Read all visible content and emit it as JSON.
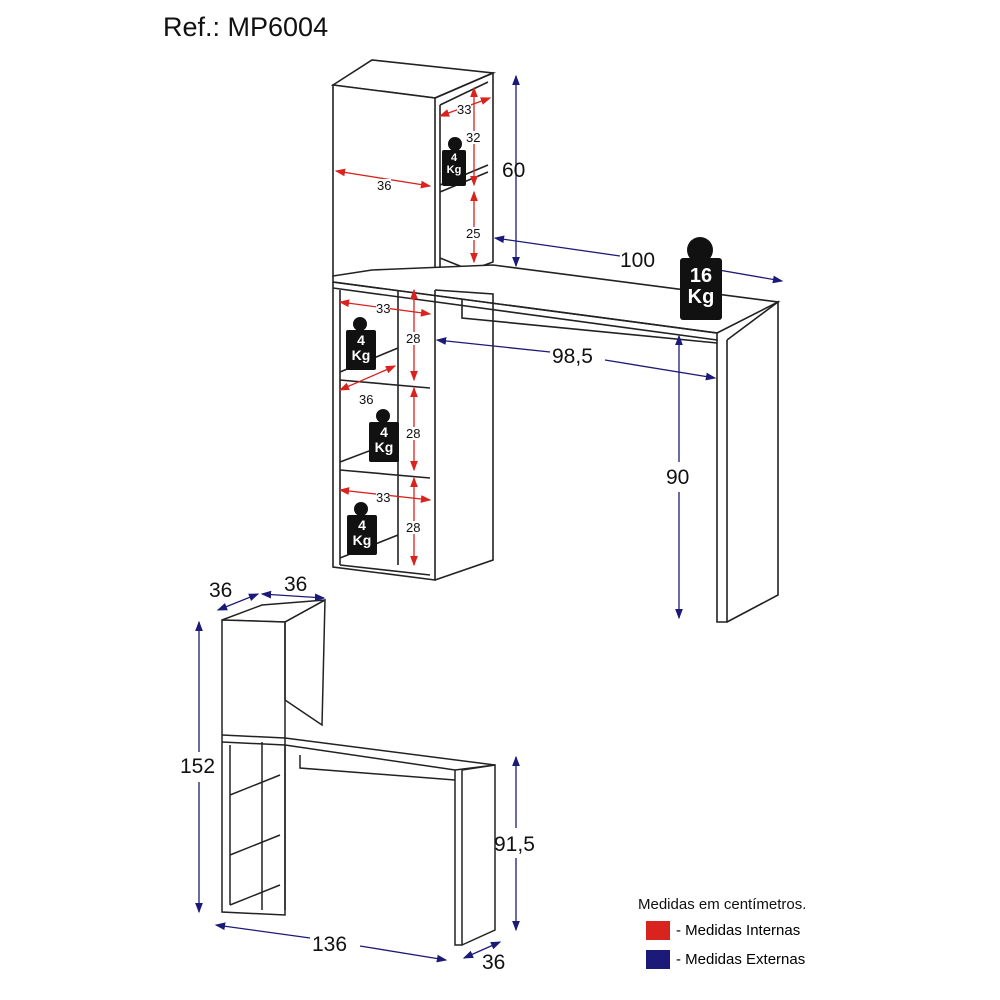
{
  "header": {
    "reference": "Ref.: MP6004"
  },
  "main_view": {
    "external_dims": {
      "top_height": "60",
      "desk_width": "100",
      "desk_inner": "98,5",
      "desk_height": "90"
    },
    "internal_dims": {
      "top_niche_depth": "33",
      "top_niche_height": "32",
      "top_lower_height": "25",
      "door_width": "36",
      "shelf1_depth": "33",
      "shelf1_height": "28",
      "shelf2_depth": "36",
      "shelf2_height": "28",
      "shelf3_depth": "33",
      "shelf3_height": "28"
    },
    "weights": [
      {
        "value": "4",
        "unit": "Kg"
      },
      {
        "value": "16",
        "unit": "Kg"
      },
      {
        "value": "4",
        "unit": "Kg"
      },
      {
        "value": "4",
        "unit": "Kg"
      },
      {
        "value": "4",
        "unit": "Kg"
      }
    ]
  },
  "small_view": {
    "tower_depth": "36",
    "tower_width": "36",
    "total_height": "152",
    "desk_height": "91,5",
    "total_width": "136",
    "desk_depth": "36"
  },
  "legend": {
    "title": "Medidas em centímetros.",
    "internal_label": "- Medidas Internas",
    "external_label": "- Medidas Externas",
    "internal_color": "#d9231f",
    "external_color": "#1c1a78"
  }
}
